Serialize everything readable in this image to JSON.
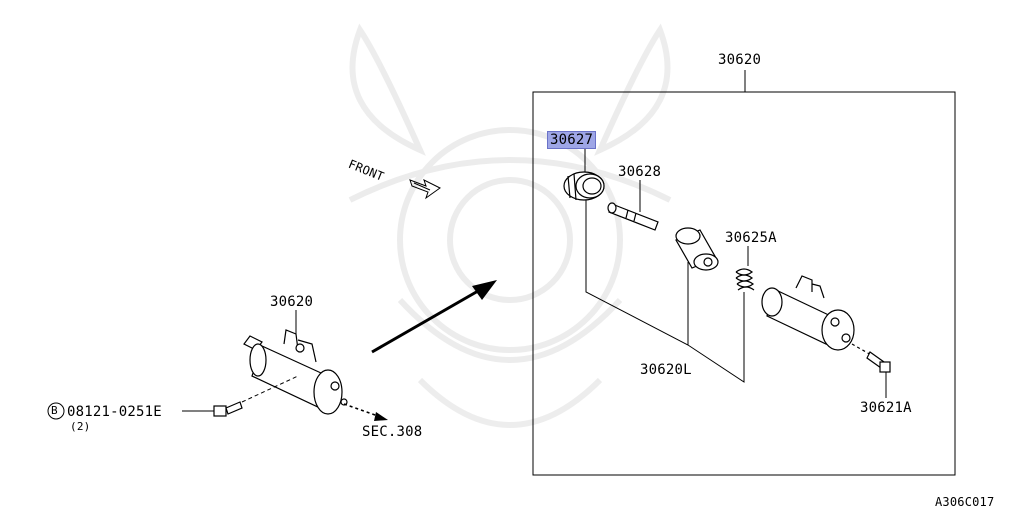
{
  "labels": {
    "main_assembly_top": "30620",
    "highlighted_part": "30627",
    "part_pushrod": "30628",
    "part_spring": "30625A",
    "part_inner_group": "30620L",
    "part_bleeder_screw": "30621A",
    "small_assembly": "30620",
    "bolt_part": "08121-0251E",
    "bolt_qty": "(2)",
    "bolt_prefix": "B",
    "section_ref": "SEC.308",
    "front_label": "FRONT",
    "diagram_code": "A306C017"
  },
  "colors": {
    "line": "#000000",
    "highlight": "#9ea6e6",
    "watermark": "#000000"
  }
}
